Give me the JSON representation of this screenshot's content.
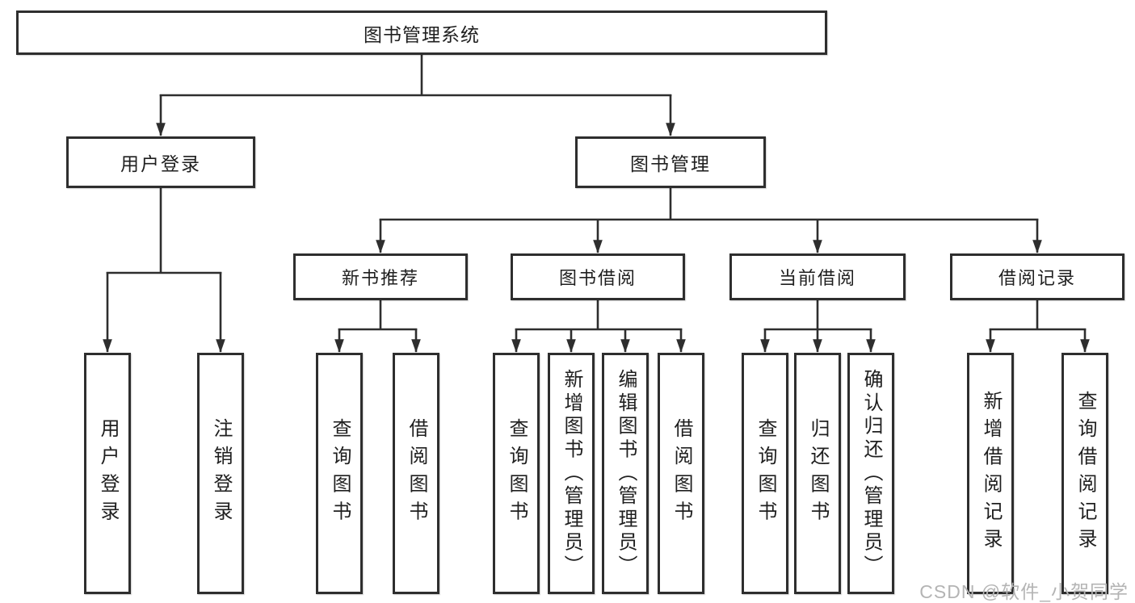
{
  "diagram": {
    "tree": {
      "label": "图书管理系统",
      "children": [
        {
          "label": "用户登录",
          "children": [
            {
              "label": "用户登录"
            },
            {
              "label": "注销登录"
            }
          ]
        },
        {
          "label": "图书管理",
          "children": [
            {
              "label": "新书推荐",
              "children": [
                {
                  "label": "查询图书"
                },
                {
                  "label": "借阅图书"
                }
              ]
            },
            {
              "label": "图书借阅",
              "children": [
                {
                  "label": "查询图书"
                },
                {
                  "label": "新增图书（管理员）"
                },
                {
                  "label": "编辑图书（管理员）"
                },
                {
                  "label": "借阅图书"
                }
              ]
            },
            {
              "label": "当前借阅",
              "children": [
                {
                  "label": "查询图书"
                },
                {
                  "label": "归还图书"
                },
                {
                  "label": "确认归还（管理员）"
                }
              ]
            },
            {
              "label": "借阅记录",
              "children": [
                {
                  "label": "新增借阅记录"
                },
                {
                  "label": "查询借阅记录"
                }
              ]
            }
          ]
        }
      ]
    },
    "colors": {
      "line": "#2e2e2e",
      "box_border": "#2e2e2e",
      "box_fill": "#ffffff",
      "text": "#1f1f1f",
      "background": "#ffffff",
      "watermark": "#b4b4b4"
    }
  },
  "watermark": {
    "text": "CSDN @软件_小贺同学"
  }
}
